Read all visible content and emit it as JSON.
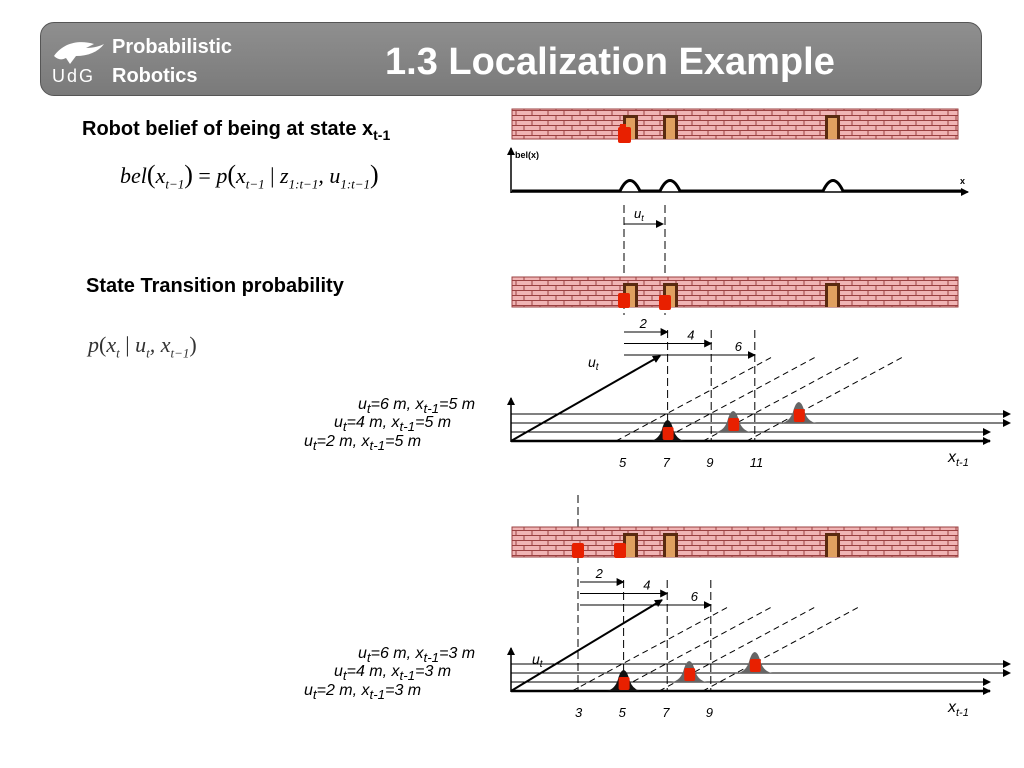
{
  "header": {
    "logo_text": "UdG",
    "course_line1": "Probabilistic",
    "course_line2": "Robotics",
    "title": "1.3 Localization Example"
  },
  "section1": {
    "heading": "Robot belief of being at state x",
    "heading_sub": "t-1",
    "formula": "bel(x_{t-1}) = p(x_{t-1} | z_{1:t-1}, u_{1:t-1})"
  },
  "section2": {
    "heading": "State Transition probability",
    "formula": "p(x_t | u_t, x_{t-1})"
  },
  "belief_plot": {
    "ylabel": "bel(x)",
    "xlabel": "x",
    "peaks_at_doors": [
      1,
      2,
      3
    ]
  },
  "control_label": "u",
  "control_sub": "t",
  "axis_label": "x",
  "axis_sub": "t-1",
  "case_upper": {
    "prev_state": 5,
    "ticks": [
      5,
      7,
      9,
      11
    ],
    "moves": [
      2,
      4,
      6
    ],
    "labels": [
      {
        "u": "6",
        "x": "5"
      },
      {
        "u": "4",
        "x": "5"
      },
      {
        "u": "2",
        "x": "5"
      }
    ]
  },
  "case_lower": {
    "prev_state": 3,
    "ticks": [
      3,
      5,
      7,
      9
    ],
    "moves": [
      2,
      4,
      6
    ],
    "labels": [
      {
        "u": "6",
        "x": "3"
      },
      {
        "u": "4",
        "x": "3"
      },
      {
        "u": "2",
        "x": "3"
      }
    ]
  },
  "colors": {
    "brick": "#f0b4b4",
    "mortar": "#9a4040",
    "door": "#5a2a10",
    "robot": "#e82000",
    "header": "#808080"
  }
}
